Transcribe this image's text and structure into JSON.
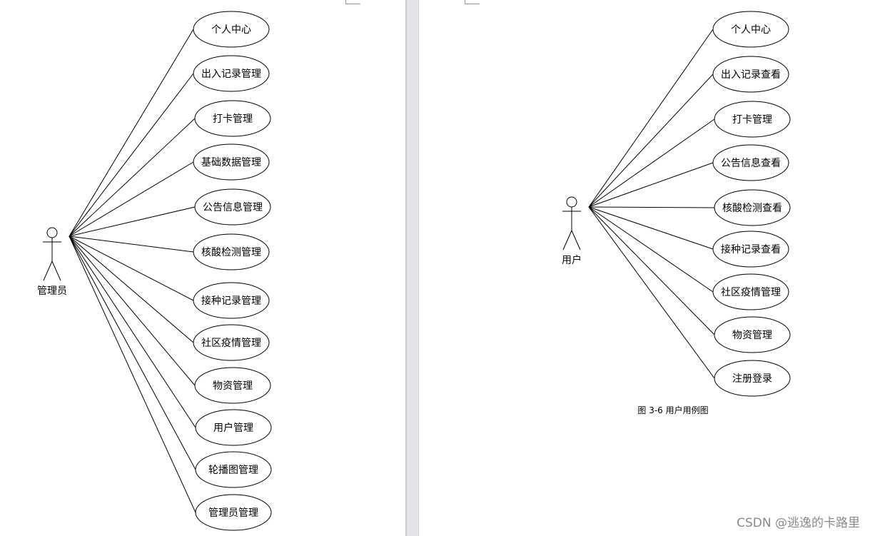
{
  "diagrams": [
    {
      "actor": "管理员",
      "use_cases": [
        "个人中心",
        "出入记录管理",
        "打卡管理",
        "基础数据管理",
        "公告信息管理",
        "核酸检测管理",
        "接种记录管理",
        "社区疫情管理",
        "物资管理",
        "用户管理",
        "轮播图管理",
        "管理员管理"
      ],
      "caption": ""
    },
    {
      "actor": "用户",
      "use_cases": [
        "个人中心",
        "出入记录查看",
        "打卡管理",
        "公告信息查看",
        "核酸检测查看",
        "接种记录查看",
        "社区疫情管理",
        "物资管理",
        "注册登录"
      ],
      "caption": "图 3-6  用户用例图"
    }
  ],
  "watermark": "CSDN @逃逸的卡路里"
}
